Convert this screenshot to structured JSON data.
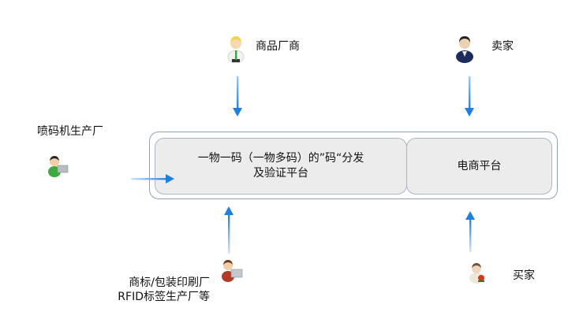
{
  "diagram": {
    "platform": {
      "main_line1": "一物一码（一物多码）的”码“分发",
      "main_line2": "及验证平台",
      "ecommerce": "电商平台"
    },
    "actors": {
      "manufacturer": {
        "label": "商品厂商",
        "icon": "businessman-icon"
      },
      "seller": {
        "label": "卖家",
        "icon": "suited-person-icon"
      },
      "printer_maker": {
        "label": "喷码机生产厂",
        "icon": "person-laptop-icon"
      },
      "label_printer": {
        "line1": "商标/包装印刷厂",
        "line2": "RFID标签生产厂等",
        "icon": "person-laptop-icon"
      },
      "buyer": {
        "label": "买家",
        "icon": "person-with-flower-icon"
      }
    },
    "colors": {
      "arrow": "#2b86e0",
      "outer_border": "#8fa3b8",
      "inner_fill": "#ececec",
      "inner_border": "#a9b7c6"
    }
  }
}
